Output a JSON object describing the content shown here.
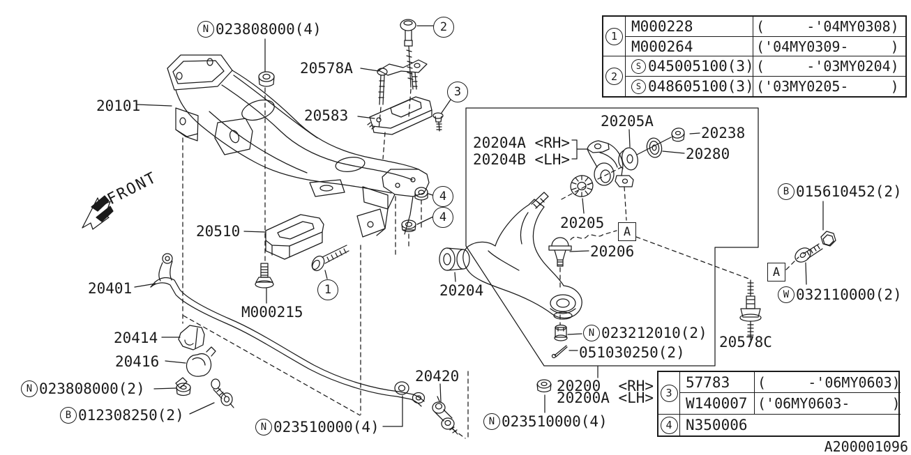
{
  "footer_id": "A200001096",
  "front_label": "FRONT",
  "labels": {
    "p20101": "20101",
    "p20578A": "20578A",
    "p20583": "20583",
    "p20510": "20510",
    "pM000215": "M000215",
    "p20401": "20401",
    "p20414": "20414",
    "p20416": "20416",
    "p20420": "20420",
    "p20204A_rh": "20204A <RH>",
    "p20204B_lh": "20204B <LH>",
    "p20205A": "20205A",
    "p20238": "20238",
    "p20280": "20280",
    "p20205": "20205",
    "p20206": "20206",
    "p20204": "20204",
    "p20200_rh": "20200  <RH>",
    "p20200A_lh": "20200A <LH>",
    "p051030250": "051030250(2)",
    "p20578C": "20578C",
    "boxA": "A"
  },
  "fasteners": {
    "n023808000_4": {
      "prefix": "N",
      "number": "023808000(4)"
    },
    "n023808000_2": {
      "prefix": "N",
      "number": "023808000(2)"
    },
    "b012308250": {
      "prefix": "B",
      "number": "012308250(2)"
    },
    "n023510000_4a": {
      "prefix": "N",
      "number": "023510000(4)"
    },
    "n023510000_4b": {
      "prefix": "N",
      "number": "023510000(4)"
    },
    "n023212010": {
      "prefix": "N",
      "number": "023212010(2)"
    },
    "b015610452": {
      "prefix": "B",
      "number": "015610452(2)"
    },
    "w032110000": {
      "prefix": "W",
      "number": "032110000(2)"
    }
  },
  "callouts": {
    "one": "1",
    "two": "2",
    "three": "3",
    "four_a": "4",
    "four_b": "4"
  },
  "tables": {
    "top": {
      "rows": [
        {
          "ref": "1",
          "prefix": "",
          "part": "M000228",
          "range": "(     -'04MY0308)"
        },
        {
          "ref": "1",
          "prefix": "",
          "part": "M000264",
          "range": "('04MY0309-     )"
        },
        {
          "ref": "2",
          "prefix": "S",
          "part": "045005100(3)",
          "range": "(     -'03MY0204)"
        },
        {
          "ref": "2",
          "prefix": "S",
          "part": "048605100(3)",
          "range": "('03MY0205-     )"
        }
      ]
    },
    "bottom": {
      "rows": [
        {
          "ref": "3",
          "part": "57783",
          "range": "(     -'06MY0603)"
        },
        {
          "ref": "3",
          "part": "W140007",
          "range": "('06MY0603-     )"
        },
        {
          "ref": "4",
          "part": "N350006",
          "range": ""
        }
      ]
    }
  }
}
